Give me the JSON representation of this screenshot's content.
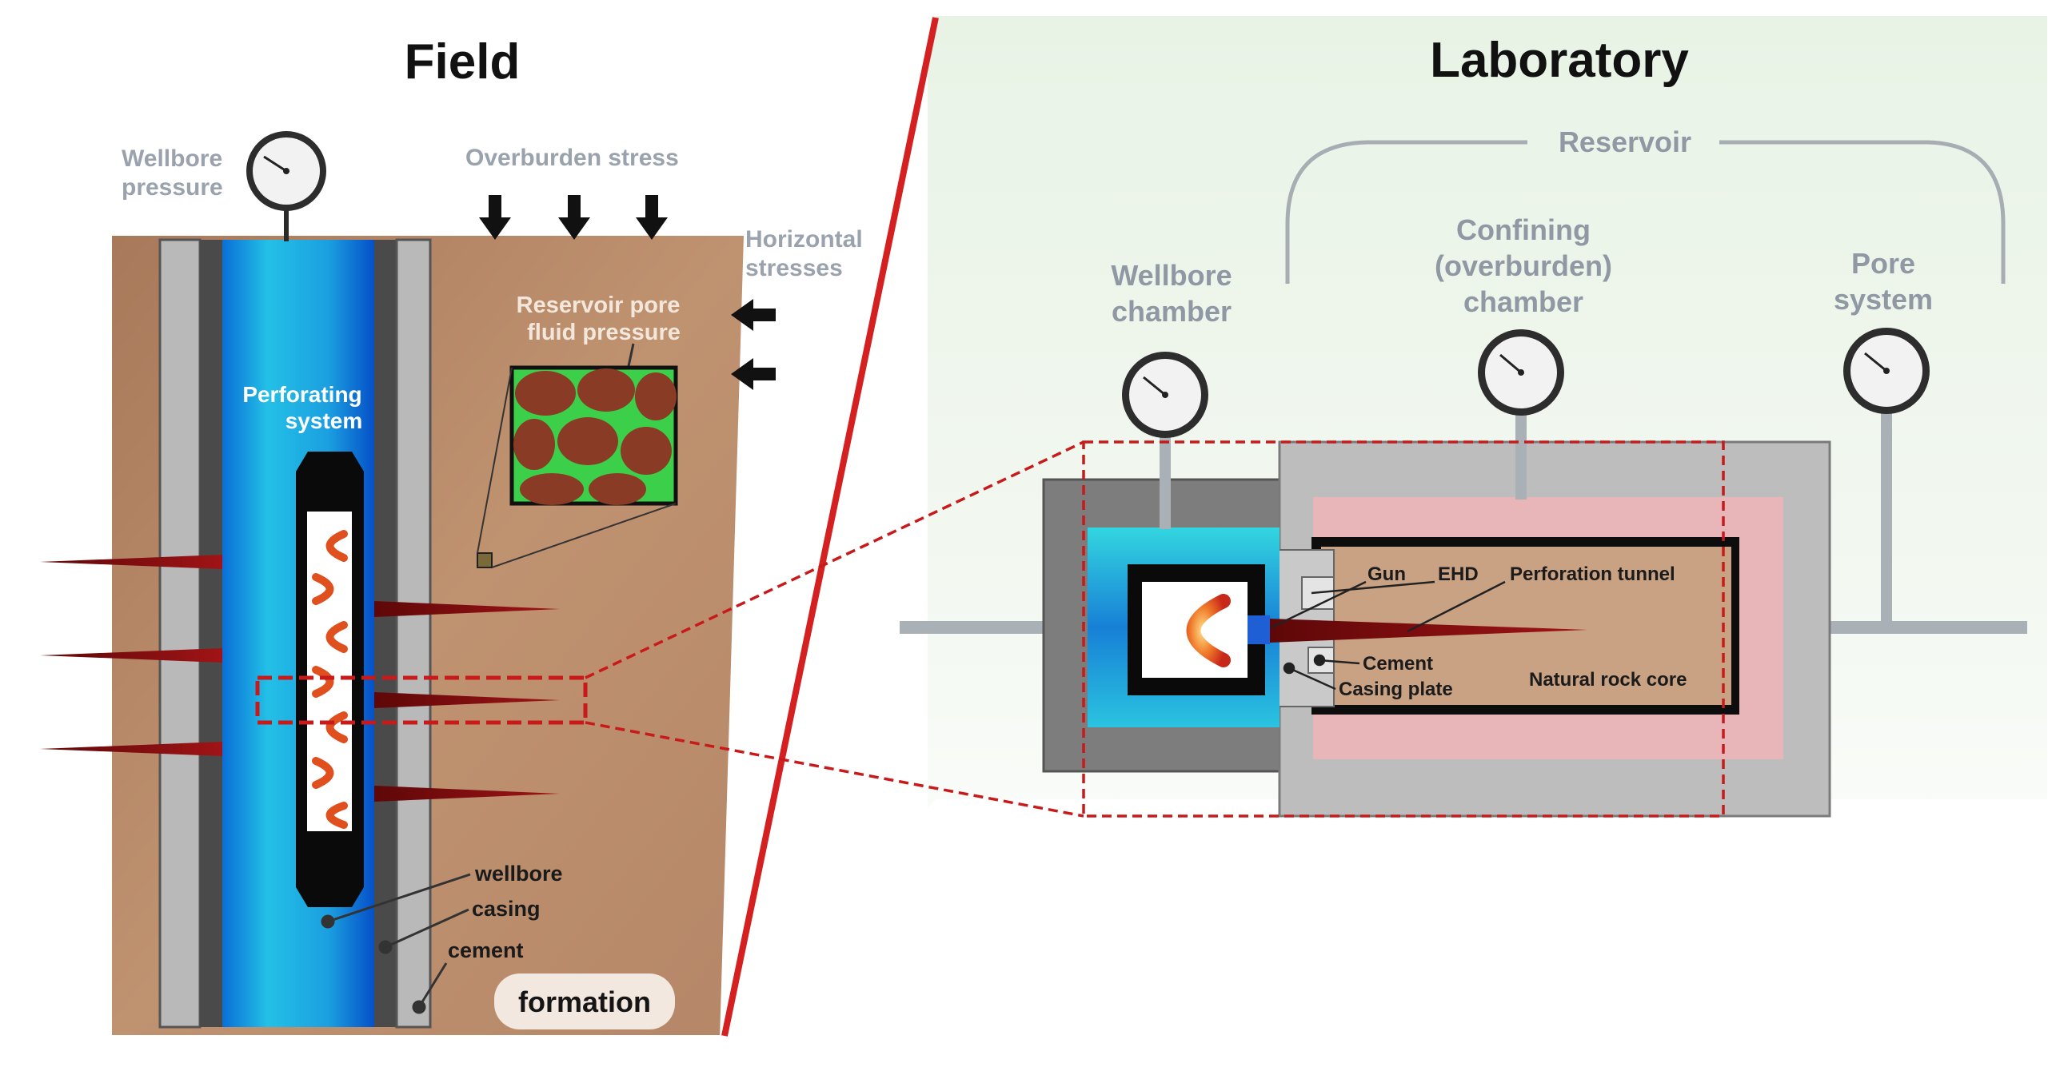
{
  "field": {
    "title": "Field",
    "wellbore_pressure": [
      "Wellbore",
      "pressure"
    ],
    "overburden_stress": "Overburden stress",
    "horizontal_stresses": [
      "Horizontal",
      "stresses"
    ],
    "reservoir_pore_fluid_pressure": [
      "Reservoir pore",
      "fluid pressure"
    ],
    "perforating_system": [
      "Perforating",
      "system"
    ],
    "wellbore": "wellbore",
    "casing": "casing",
    "cement": "cement",
    "formation": "formation"
  },
  "laboratory": {
    "title": "Laboratory",
    "reservoir": "Reservoir",
    "wellbore_chamber": [
      "Wellbore",
      "chamber"
    ],
    "confining_chamber": [
      "Confining",
      "(overburden)",
      "chamber"
    ],
    "pore_system": [
      "Pore",
      "system"
    ],
    "gun": "Gun",
    "ehd": "EHD",
    "perforation_tunnel": "Perforation tunnel",
    "cement": "Cement",
    "casing_plate": "Casing plate",
    "natural_rock_core": "Natural rock core"
  },
  "colors": {
    "divider": "#d42020",
    "formation": "#b88a66",
    "wellbore_fluid": "#1a8fd0",
    "confining_fluid": "#e8b5b8",
    "gauge_face": "#f2f2f2",
    "perforation": "#7a0f10",
    "dashed_box": "#c81a1a"
  },
  "icons": [
    "pressure-gauge-icon",
    "arrow-down-icon",
    "arrow-left-icon",
    "shaped-charge-icon"
  ]
}
